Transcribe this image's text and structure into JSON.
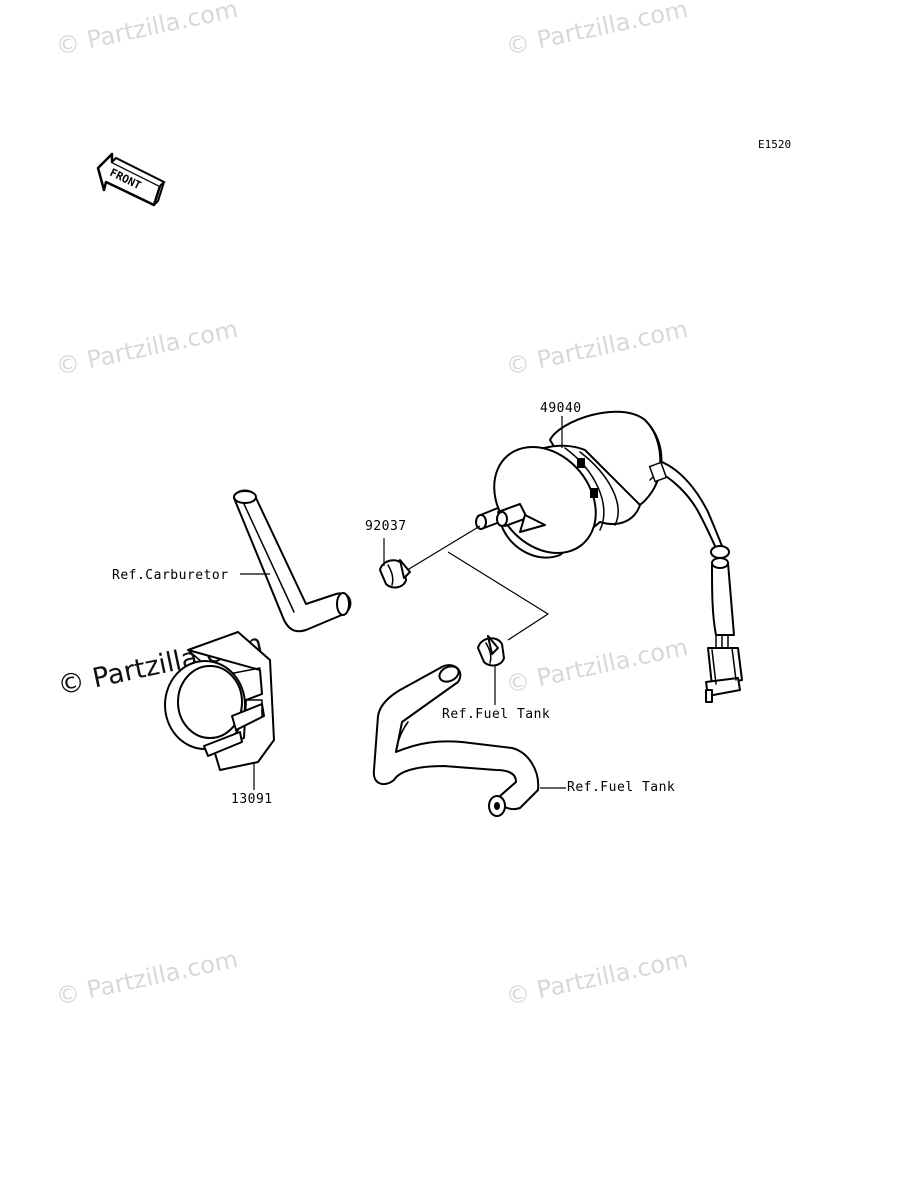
{
  "diagram_code": "E1520",
  "front_label": "FRONT",
  "watermark": "© Partzilla.com",
  "watermark_dark": "© Partzilla.com",
  "parts": {
    "fuel_pump": "49040",
    "clamp": "92037",
    "bracket": "13091"
  },
  "refs": {
    "carburetor": "Ref.Carburetor",
    "fuel_tank_clamp": "Ref.Fuel Tank",
    "fuel_tank_hose": "Ref.Fuel Tank"
  }
}
